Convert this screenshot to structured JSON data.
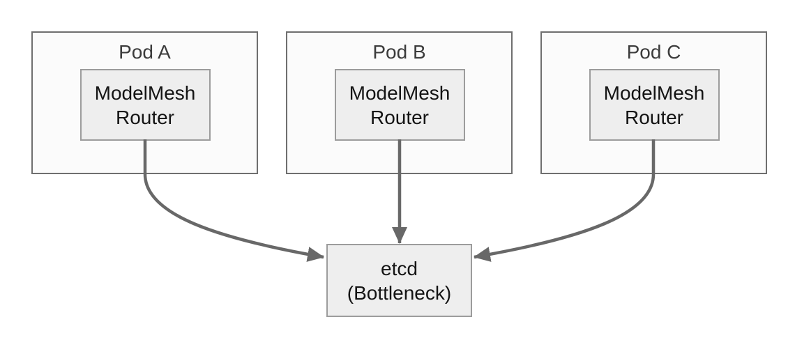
{
  "diagram": {
    "pods": [
      {
        "label": "Pod A"
      },
      {
        "label": "Pod B"
      },
      {
        "label": "Pod C"
      }
    ],
    "router_label": [
      "ModelMesh",
      "Router"
    ],
    "etcd_label": [
      "etcd",
      "(Bottleneck)"
    ],
    "edges": [
      {
        "from": "Pod A ModelMesh Router",
        "to": "etcd (Bottleneck)"
      },
      {
        "from": "Pod B ModelMesh Router",
        "to": "etcd (Bottleneck)"
      },
      {
        "from": "Pod C ModelMesh Router",
        "to": "etcd (Bottleneck)"
      }
    ]
  },
  "colors": {
    "background": "#ffffff",
    "pod_fill": "#fbfbfb",
    "pod_border": "#6f6f6f",
    "node_fill": "#eeeeee",
    "node_border": "#9c9c9c",
    "node_text": "#141414",
    "pod_label_text": "#3c3c3c",
    "arrow": "#686868"
  }
}
